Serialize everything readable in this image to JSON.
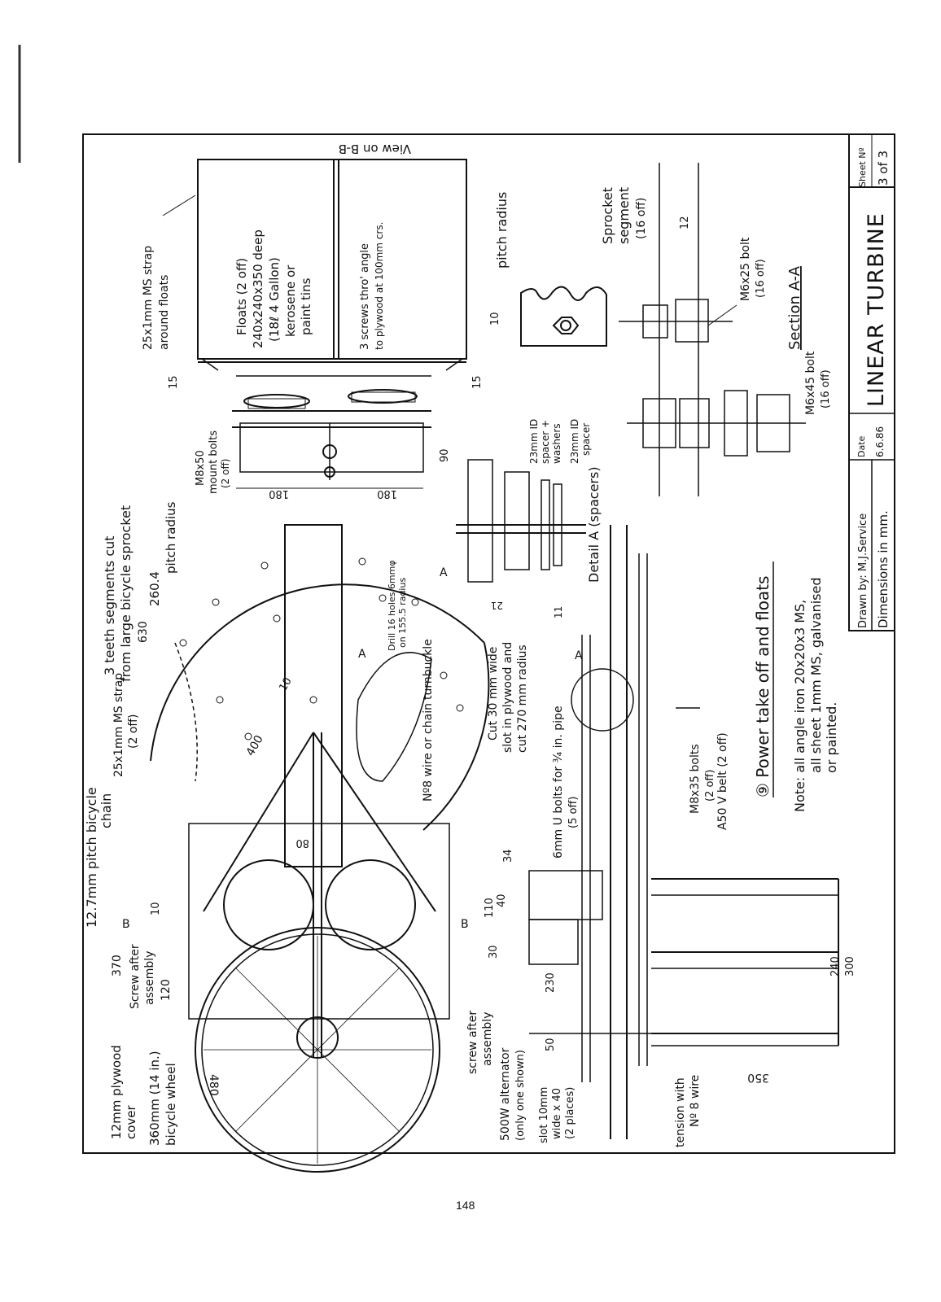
{
  "page_number": "148",
  "title_block": {
    "title": "LINEAR TURBINE",
    "sheet_label": "Sheet Nº",
    "sheet_value": "3 of 3",
    "drawn_by": "Drawn by: M.J.Service",
    "date_label": "Date",
    "date_value": "6.6.86",
    "dimensions_note": "Dimensions in mm."
  },
  "views": {
    "view_bb": "View on B-B",
    "section_aa": "Section A-A",
    "detail_a": "Detail A (spacers)",
    "main_caption": "⑨ Power take off and floats"
  },
  "notes": {
    "note_line1": "Note: all angle iron 20x20x3 MS,",
    "note_line2": "all sheet 1mm MS, galvanised",
    "note_line3": "or painted."
  },
  "labels": {
    "floats_1": "Floats (2 off)",
    "floats_2": "240x240x350 deep",
    "floats_3": "(18ℓ 4 Gallon)",
    "floats_4": "kerosene or",
    "floats_5": "paint tins",
    "screws_1": "3 screws thro' angle",
    "screws_2": "to plywood at 100mm crs.",
    "strap_floats_1": "25x1mm MS strap",
    "strap_floats_2": "around floats",
    "pitch_radius_top": "pitch radius",
    "sprocket_seg_1": "Sprocket",
    "sprocket_seg_2": "segment",
    "sprocket_seg_3": "(16 off)",
    "m6x25_1": "M6x25 bolt",
    "m6x25_2": "(16 off)",
    "m6x45_1": "M6x45 bolt",
    "m6x45_2": "(16 off)",
    "spacer_wash_1": "23mm ID",
    "spacer_wash_2": "spacer +",
    "spacer_wash_3": "washers",
    "spacer_1": "23mm ID",
    "spacer_2": "spacer",
    "mount_bolts_1": "M8x50",
    "mount_bolts_2": "mount bolts",
    "mount_bolts_3": "(2 off)",
    "teeth_1": "3 teeth segments cut",
    "teeth_2": "from large bicycle sprocket",
    "pitch_260_1": "260.4",
    "pitch_260_2": "pitch radius",
    "drill_1": "Drill 16 holes 6mmφ",
    "drill_2": "on 155.5 radius",
    "chain_1": "12.7mm pitch bicycle",
    "chain_2": "chain",
    "strap_2off_1": "25x1mm MS strap",
    "strap_2off_2": "(2 off)",
    "turnbuckle": "turnbuckle",
    "wire_chain": "Nº8 wire or chain",
    "cut_slot_1": "Cut 30 mm wide",
    "cut_slot_2": "slot in plywood and",
    "cut_slot_3": "cut 270 mm radius",
    "ubolts_1": "6mm U bolts for ¾ in. pipe",
    "ubolts_2": "(5 off)",
    "m8x35_1": "M8x35 bolts",
    "m8x35_2": "(2 off)",
    "vbelt": "A50 V belt (2 off)",
    "screw_after_left_1": "Screw after",
    "screw_after_left_2": "assembly",
    "screw_after_right_1": "screw after",
    "screw_after_right_2": "assembly",
    "plywood_1": "12mm plywood",
    "plywood_2": "cover",
    "wheel_1": "360mm (14 in.)",
    "wheel_2": "bicycle wheel",
    "alternator_1": "500W alternator",
    "alternator_2": "(only one shown)",
    "slot_1": "slot 10mm",
    "slot_2": "wide x 40",
    "slot_3": "(2 places)",
    "tension_1": "tension with",
    "tension_2": "Nº 8 wire",
    "section_mark_a": "A",
    "section_mark_b": "B"
  },
  "dimensions": {
    "d15": "15",
    "d12": "12",
    "d10": "10",
    "d90": "90",
    "d180": "180",
    "d21": "21",
    "d11": "11",
    "d630": "630",
    "d400": "400",
    "d80": "80",
    "d34": "34",
    "d110": "110",
    "d40": "40",
    "d30": "30",
    "d230": "230",
    "d50": "50",
    "d240": "240",
    "d300": "300",
    "d350": "350",
    "d370": "370",
    "d120": "120",
    "d480": "480"
  }
}
